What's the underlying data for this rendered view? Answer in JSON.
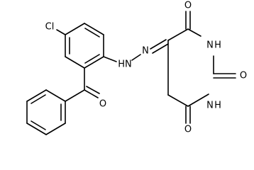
{
  "molecule": {
    "atoms": {
      "chlorine": "Cl",
      "ketone_oxygen": "O",
      "hydrazone_n1": "N",
      "hydrazone_n2": "HN",
      "oxygen_c4": "O",
      "oxygen_c6": "O",
      "oxygen_c2": "O",
      "n3": "N",
      "n3_h": "H",
      "n1": "N",
      "n1_h": "H"
    }
  }
}
